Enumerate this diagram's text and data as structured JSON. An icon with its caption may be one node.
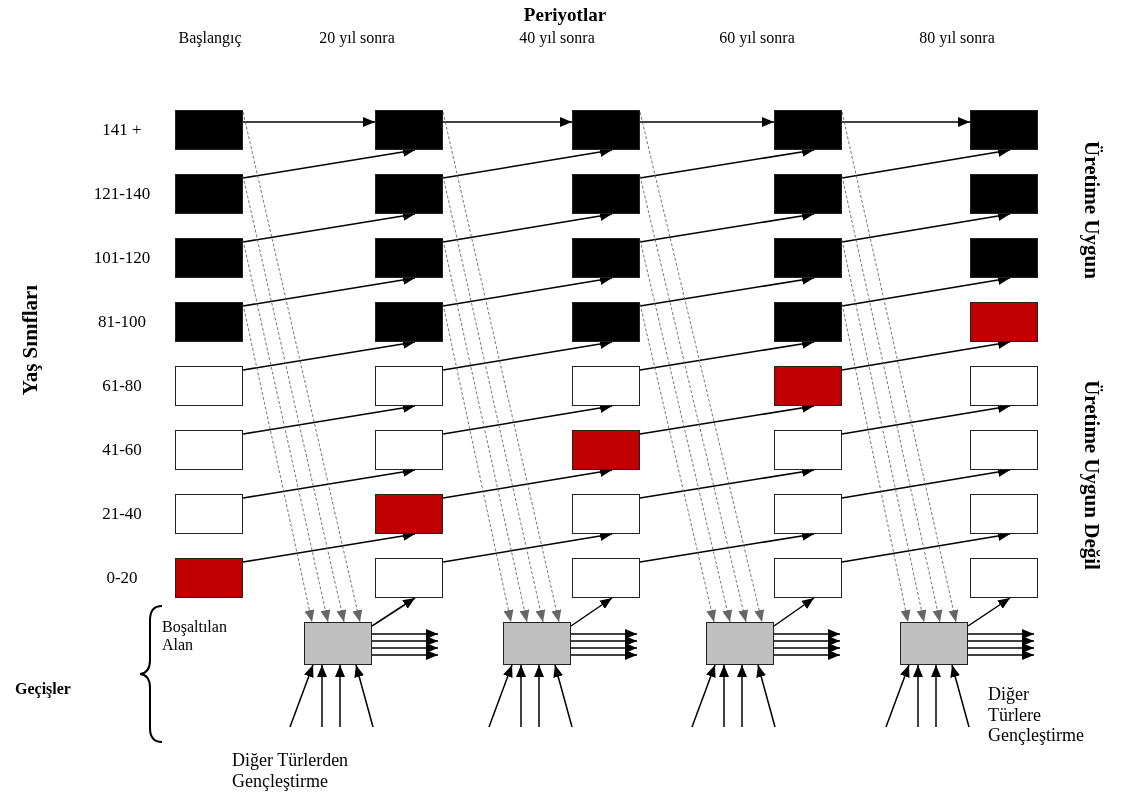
{
  "diagram": {
    "title": "Periyotlar",
    "nodes": [
      {
        "text": [],
        "shape": "box"
      },
      {
        "text": [],
        "shape": "box"
      },
      {
        "text": [],
        "shape": "box"
      },
      {
        "text": [],
        "shape": "box"
      },
      {
        "text": [],
        "shape": "box"
      },
      {
        "text": [],
        "shape": "box"
      },
      {
        "text": [],
        "shape": "box"
      },
      {
        "text": [],
        "shape": "box"
      },
      {
        "text": [],
        "shape": "box"
      },
      {
        "text": [],
        "shape": "box"
      },
      {
        "text": [],
        "shape": "box"
      },
      {
        "text": [],
        "shape": "box"
      },
      {
        "text": [],
        "shape": "box"
      },
      {
        "text": [],
        "shape": "box"
      },
      {
        "text": [],
        "shape": "box"
      },
      {
        "text": [],
        "shape": "box"
      },
      {
        "text": [],
        "shape": "box"
      },
      {
        "text": [],
        "shape": "box"
      },
      {
        "text": [],
        "shape": "box"
      },
      {
        "text": [],
        "shape": "box"
      },
      {
        "text": [],
        "shape": "box"
      },
      {
        "text": [],
        "shape": "box"
      },
      {
        "text": [],
        "shape": "box"
      },
      {
        "text": [],
        "shape": "box"
      },
      {
        "text": [],
        "shape": "box"
      },
      {
        "text": [],
        "shape": "box"
      },
      {
        "text": [],
        "shape": "box"
      },
      {
        "text": [],
        "shape": "box"
      },
      {
        "text": [],
        "shape": "box"
      },
      {
        "text": [],
        "shape": "box"
      },
      {
        "text": [],
        "shape": "box"
      },
      {
        "text": [],
        "shape": "box"
      },
      {
        "text": [],
        "shape": "box"
      },
      {
        "text": [],
        "shape": "box"
      },
      {
        "text": [],
        "shape": "box"
      },
      {
        "text": [],
        "shape": "box"
      },
      {
        "text": [],
        "shape": "box"
      },
      {
        "text": [],
        "shape": "box"
      },
      {
        "text": [],
        "shape": "box"
      },
      {
        "text": [],
        "shape": "box"
      },
      {
        "text": [],
        "shape": "box"
      },
      {
        "text": [],
        "shape": "box"
      },
      {
        "text": [],
        "shape": "box"
      },
      {
        "text": [],
        "shape": "box"
      }
    ],
    "edges": [
      {
        "from": 0,
        "to": 8,
        "arrow": "to"
      },
      {
        "from": 1,
        "to": 8,
        "arrow": "to"
      },
      {
        "from": 2,
        "to": 9,
        "arrow": "to"
      },
      {
        "from": 3,
        "to": 10,
        "arrow": "to"
      },
      {
        "from": 4,
        "to": 11,
        "arrow": "to"
      },
      {
        "from": 5,
        "to": 12,
        "arrow": "to"
      },
      {
        "from": 6,
        "to": 13,
        "arrow": "to"
      },
      {
        "from": 7,
        "to": 14,
        "arrow": "to"
      },
      {
        "from": 0,
        "to": 40,
        "arrow": "to",
        "style": "dashed",
        "color": "#666666"
      },
      {
        "from": 1,
        "to": 40,
        "arrow": "to",
        "style": "dashed",
        "color": "#666666"
      },
      {
        "from": 2,
        "to": 40,
        "arrow": "to",
        "style": "dashed",
        "color": "#666666"
      },
      {
        "from": 3,
        "to": 40,
        "arrow": "to",
        "style": "dashed",
        "color": "#666666"
      },
      {
        "from": 40,
        "to": 15,
        "arrow": "to"
      },
      {
        "from": 40,
        "to": null,
        "arrow": "to"
      },
      {
        "from": 40,
        "to": null,
        "arrow": "to"
      },
      {
        "from": 40,
        "to": null,
        "arrow": "to"
      },
      {
        "from": 40,
        "to": null,
        "arrow": "to"
      },
      {
        "from": null,
        "to": 40,
        "arrow": "to"
      },
      {
        "from": null,
        "to": 40,
        "arrow": "to"
      },
      {
        "from": null,
        "to": 40,
        "arrow": "to"
      },
      {
        "from": null,
        "to": 40,
        "arrow": "to"
      },
      {
        "from": 8,
        "to": 16,
        "arrow": "to"
      },
      {
        "from": 9,
        "to": 16,
        "arrow": "to"
      },
      {
        "from": 10,
        "to": 17,
        "arrow": "to"
      },
      {
        "from": 11,
        "to": 18,
        "arrow": "to"
      },
      {
        "from": 12,
        "to": 19,
        "arrow": "to"
      },
      {
        "from": 13,
        "to": 20,
        "arrow": "to"
      },
      {
        "from": 14,
        "to": 21,
        "arrow": "to"
      },
      {
        "from": 15,
        "to": 22,
        "arrow": "to"
      },
      {
        "from": 8,
        "to": 41,
        "arrow": "to",
        "style": "dashed",
        "color": "#666666"
      },
      {
        "from": 9,
        "to": 41,
        "arrow": "to",
        "style": "dashed",
        "color": "#666666"
      },
      {
        "from": 10,
        "to": 41,
        "arrow": "to",
        "style": "dashed",
        "color": "#666666"
      },
      {
        "from": 11,
        "to": 41,
        "arrow": "to",
        "style": "dashed",
        "color": "#666666"
      },
      {
        "from": 41,
        "to": 23,
        "arrow": "to"
      },
      {
        "from": 41,
        "to": null,
        "arrow": "to"
      },
      {
        "from": 41,
        "to": null,
        "arrow": "to"
      },
      {
        "from": 41,
        "to": null,
        "arrow": "to"
      },
      {
        "from": 41,
        "to": null,
        "arrow": "to"
      },
      {
        "from": null,
        "to": 41,
        "arrow": "to"
      },
      {
        "from": null,
        "to": 41,
        "arrow": "to"
      },
      {
        "from": null,
        "to": 41,
        "arrow": "to"
      },
      {
        "from": null,
        "to": 41,
        "arrow": "to"
      },
      {
        "from": 16,
        "to": 24,
        "arrow": "to"
      },
      {
        "from": 17,
        "to": 24,
        "arrow": "to"
      },
      {
        "from": 18,
        "to": 25,
        "arrow": "to"
      },
      {
        "from": 19,
        "to": 26,
        "arrow": "to"
      },
      {
        "from": 20,
        "to": 27,
        "arrow": "to"
      },
      {
        "from": 21,
        "to": 28,
        "arrow": "to"
      },
      {
        "from": 22,
        "to": 29,
        "arrow": "to"
      },
      {
        "from": 23,
        "to": 30,
        "arrow": "to"
      },
      {
        "from": 16,
        "to": 42,
        "arrow": "to",
        "style": "dashed",
        "color": "#666666"
      },
      {
        "from": 17,
        "to": 42,
        "arrow": "to",
        "style": "dashed",
        "color": "#666666"
      },
      {
        "from": 18,
        "to": 42,
        "arrow": "to",
        "style": "dashed",
        "color": "#666666"
      },
      {
        "from": 19,
        "to": 42,
        "arrow": "to",
        "style": "dashed",
        "color": "#666666"
      },
      {
        "from": 42,
        "to": 31,
        "arrow": "to"
      },
      {
        "from": 42,
        "to": null,
        "arrow": "to"
      },
      {
        "from": 42,
        "to": null,
        "arrow": "to"
      },
      {
        "from": 42,
        "to": null,
        "arrow": "to"
      },
      {
        "from": 42,
        "to": null,
        "arrow": "to"
      },
      {
        "from": null,
        "to": 42,
        "arrow": "to"
      },
      {
        "from": null,
        "to": 42,
        "arrow": "to"
      },
      {
        "from": null,
        "to": 42,
        "arrow": "to"
      },
      {
        "from": null,
        "to": 42,
        "arrow": "to"
      },
      {
        "from": 24,
        "to": 32,
        "arrow": "to"
      },
      {
        "from": 25,
        "to": 32,
        "arrow": "to"
      },
      {
        "from": 26,
        "to": 33,
        "arrow": "to"
      },
      {
        "from": 27,
        "to": 34,
        "arrow": "to"
      },
      {
        "from": 28,
        "to": 35,
        "arrow": "to"
      },
      {
        "from": 29,
        "to": 36,
        "arrow": "to"
      },
      {
        "from": 30,
        "to": 37,
        "arrow": "to"
      },
      {
        "from": 31,
        "to": 38,
        "arrow": "to"
      },
      {
        "from": 24,
        "to": 43,
        "arrow": "to",
        "style": "dashed",
        "color": "#666666"
      },
      {
        "from": 25,
        "to": 43,
        "arrow": "to",
        "style": "dashed",
        "color": "#666666"
      },
      {
        "from": 26,
        "to": 43,
        "arrow": "to",
        "style": "dashed",
        "color": "#666666"
      },
      {
        "from": 27,
        "to": 43,
        "arrow": "to",
        "style": "dashed",
        "color": "#666666"
      },
      {
        "from": 43,
        "to": 39,
        "arrow": "to"
      },
      {
        "from": 43,
        "to": null,
        "arrow": "to"
      },
      {
        "from": 43,
        "to": null,
        "arrow": "to"
      },
      {
        "from": 43,
        "to": null,
        "arrow": "to"
      },
      {
        "from": 43,
        "to": null,
        "arrow": "to"
      },
      {
        "from": null,
        "to": 43,
        "arrow": "to"
      },
      {
        "from": null,
        "to": 43,
        "arrow": "to"
      },
      {
        "from": null,
        "to": 43,
        "arrow": "to"
      },
      {
        "from": null,
        "to": 43,
        "arrow": "to"
      }
    ],
    "labels": [
      "Başlangıç",
      "20 yıl sonra",
      "40 yıl sonra",
      "60 yıl sonra",
      "80 yıl sonra",
      "141 +",
      "121-140",
      "101-120",
      "81-100",
      "61-80",
      "41-60",
      "21-40",
      "0-20",
      "Yaş Sınıfları",
      "Üretime Uygun",
      "Üretime Uygun Değil",
      "Geçişler",
      "Boşaltılan Alan",
      "Diğer Türlerden Gençleştirme",
      "Diğer Türlere Gençleştirme"
    ]
  }
}
